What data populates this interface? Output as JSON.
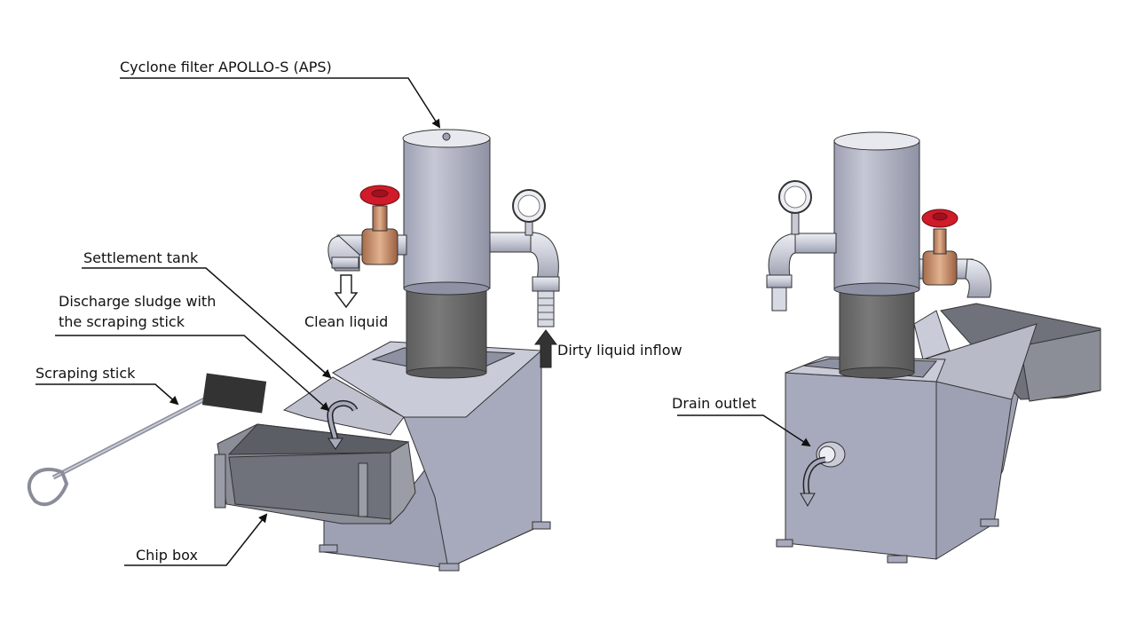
{
  "labels": {
    "cyclone_filter": "Cyclone filter APOLLO-S (APS)",
    "settlement_tank": "Settlement tank",
    "discharge_sludge_line1": "Discharge sludge with",
    "discharge_sludge_line2": "the scraping stick",
    "scraping_stick": "Scraping stick",
    "clean_liquid": "Clean liquid",
    "dirty_liquid_inflow": "Dirty liquid inflow",
    "chip_box": "Chip box",
    "drain_outlet": "Drain outlet"
  },
  "colors": {
    "body_gray": "#a9acbe",
    "body_dark": "#7d8092",
    "body_light": "#cfd1de",
    "cylinder_dark": "#6e6e6e",
    "valve_red": "#d11a2a",
    "valve_brass": "#c88f68",
    "pipe_light": "#d7d9e3",
    "line": "#222222"
  }
}
